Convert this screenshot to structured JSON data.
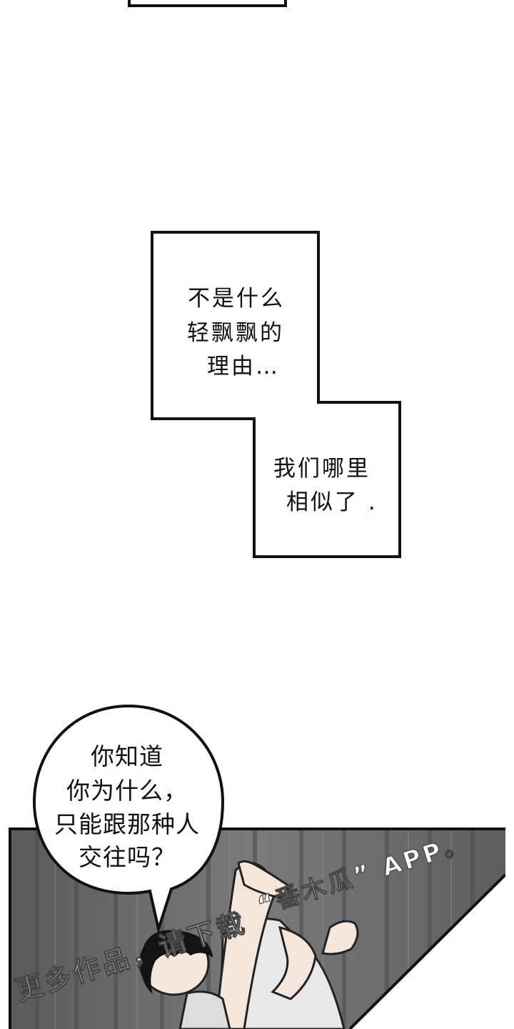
{
  "narration": {
    "box1_lines": [
      "不是什么",
      "轻飘飘的",
      "理由…"
    ],
    "box2_lines": [
      "我们哪里",
      "相似了 ."
    ]
  },
  "speech_bubble": {
    "lines": [
      "你知道",
      "你为什么，",
      "只能跟那种人",
      "交往吗？"
    ]
  },
  "watermark": {
    "line1": "“番木瓜” APP。",
    "line2": "更多作品，请下载"
  },
  "colors": {
    "ink": "#111111",
    "panel_bg": "#6a6a6a",
    "paper": "#ffffff"
  }
}
